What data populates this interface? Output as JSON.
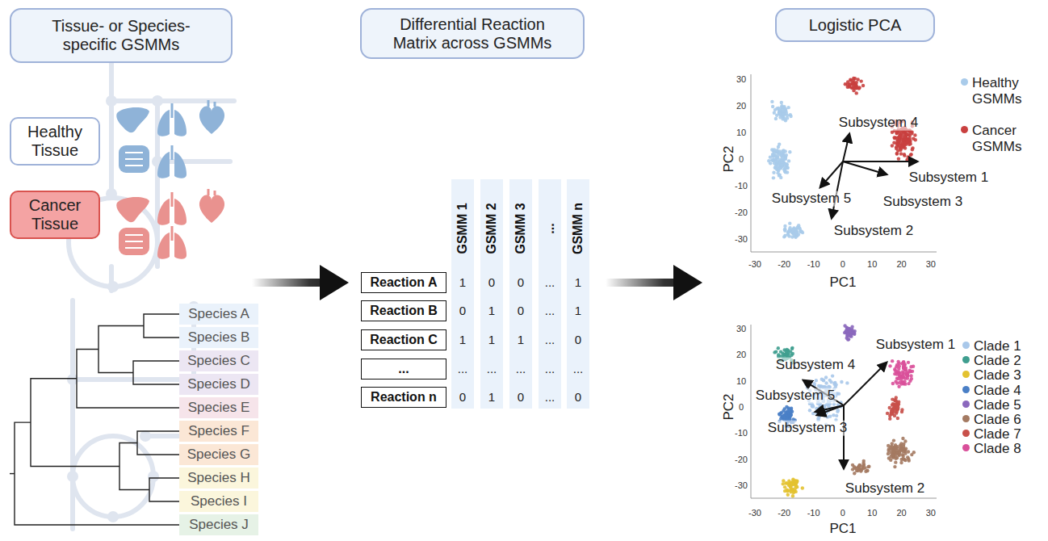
{
  "diagram": {
    "nodes": [
      {
        "text": [
          "Tissue- or Species-specific GSMMs"
        ]
      },
      {
        "text": [
          "Healthy Tissue"
        ]
      },
      {
        "text": [
          "Cancer Tissue"
        ]
      },
      {
        "text": [
          "Species A"
        ]
      },
      {
        "text": [
          "Species B"
        ]
      },
      {
        "text": [
          "Species C"
        ]
      },
      {
        "text": [
          "Species D"
        ]
      },
      {
        "text": [
          "Species E"
        ]
      },
      {
        "text": [
          "Species F"
        ]
      },
      {
        "text": [
          "Species G"
        ]
      },
      {
        "text": [
          "Species H"
        ]
      },
      {
        "text": [
          "Species I"
        ]
      },
      {
        "text": [
          "Species J"
        ]
      },
      {
        "text": [
          "Differential Reaction Matrix across GSMMs"
        ]
      },
      {
        "text": [
          "Reaction A"
        ]
      },
      {
        "text": [
          "Reaction B"
        ]
      },
      {
        "text": [
          "Reaction C"
        ]
      },
      {
        "text": [
          "..."
        ]
      },
      {
        "text": [
          "Reaction n"
        ]
      },
      {
        "text": [
          "Logistic PCA"
        ]
      }
    ],
    "labels": [
      "GSMM 1",
      "GSMM 2",
      "GSMM 3",
      "...",
      "GSMM n",
      "1",
      "0",
      "0",
      "...",
      "1",
      "0",
      "1",
      "0",
      "...",
      "1",
      "1",
      "1",
      "1",
      "...",
      "0",
      "...",
      "...",
      "...",
      "...",
      "...",
      "0",
      "1",
      "0",
      "...",
      "0",
      "30",
      "20",
      "10",
      "0",
      "-10",
      "-20",
      "-30",
      "-30",
      "-20",
      "-10",
      "0",
      "10",
      "20",
      "30",
      "PC2",
      "PC1",
      "Subsystem 4",
      "Subsystem 1",
      "Subsystem 5",
      "Subsystem 3",
      "Subsystem 2",
      "30",
      "20",
      "10",
      "0",
      "-10",
      "-20",
      "-30",
      "-30",
      "-20",
      "-10",
      "0",
      "10",
      "20",
      "30",
      "PC2",
      "PC1",
      "Subsystem 1",
      "Subsystem 4",
      "Subsystem 5",
      "Subsystem 3",
      "Subsystem 2"
    ],
    "legend": [
      {
        "text": "Healthy GSMMs",
        "color": "#a9cbea"
      },
      {
        "text": "Cancer GSMMs",
        "color": "#c9403f"
      },
      {
        "text": "Clade 1",
        "color": "#a9c8ea"
      },
      {
        "text": "Clade 2",
        "color": "#3f9e8f"
      },
      {
        "text": "Clade 3",
        "color": "#e3c230"
      },
      {
        "text": "Clade 4",
        "color": "#4a7fc6"
      },
      {
        "text": "Clade 5",
        "color": "#8b68bd"
      },
      {
        "text": "Clade 6",
        "color": "#a47a62"
      },
      {
        "text": "Clade 7",
        "color": "#c8504a"
      },
      {
        "text": "Clade 8",
        "color": "#d9509a"
      }
    ]
  }
}
